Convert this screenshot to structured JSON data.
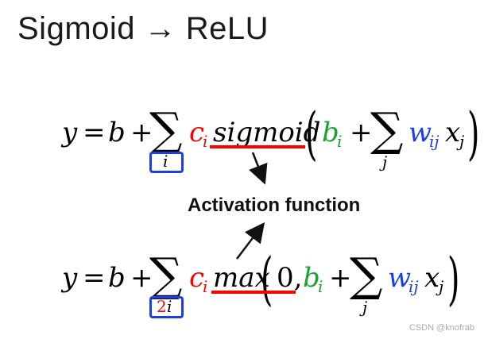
{
  "title": "Sigmoid → ReLU",
  "annotation": "Activation function",
  "watermark": "CSDN @knofrab",
  "eq1": {
    "y": "y",
    "eq": "=",
    "b": "b",
    "plus": "+",
    "sum": "∑",
    "c": "c",
    "c_sub": "i",
    "func": "sigmoid",
    "lp": "(",
    "bi": "b",
    "bi_sub": "i",
    "plus2": "+",
    "sum2": "∑",
    "w": "w",
    "w_sub": "ij",
    "x": "x",
    "x_sub": "j",
    "rp": ")",
    "sum_sub": "i",
    "sum2_sub": "j"
  },
  "eq2": {
    "y": "y",
    "eq": "=",
    "b": "b",
    "plus": "+",
    "sum": "∑",
    "c": "c",
    "c_sub": "i",
    "func": "max",
    "lp": "(",
    "zero": "0,",
    "bi": "b",
    "bi_sub": "i",
    "plus2": "+",
    "sum2": "∑",
    "w": "w",
    "w_sub": "ij",
    "x": "x",
    "x_sub": "j",
    "rp": ")",
    "sum_sub_2": "2",
    "sum_sub_i": "i",
    "sum2_sub": "j"
  },
  "colors": {
    "red": "#ff0000",
    "green": "#19a32c",
    "blue": "#1c3fe0",
    "black": "#1a1a1a"
  }
}
